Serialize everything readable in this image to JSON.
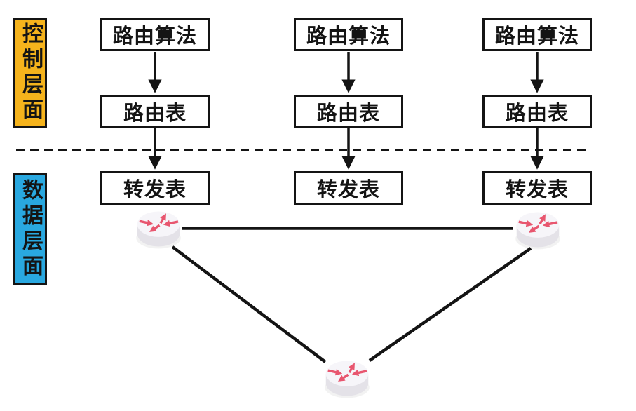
{
  "planes": {
    "control": {
      "label": "控制层面",
      "bg_color": "#F5B31C"
    },
    "data": {
      "label": "数据层面",
      "bg_color": "#29A8E0"
    }
  },
  "columns": [
    {
      "algorithm_label": "路由算法",
      "routing_table_label": "路由表",
      "forwarding_table_label": "转发表"
    },
    {
      "algorithm_label": "路由算法",
      "routing_table_label": "路由表",
      "forwarding_table_label": "转发表"
    },
    {
      "algorithm_label": "路由算法",
      "routing_table_label": "路由表",
      "forwarding_table_label": "转发表"
    }
  ],
  "separator": {
    "style": "dashed",
    "color": "#141414"
  },
  "icons": {
    "router": {
      "name": "router-icon",
      "count": 3,
      "body_color": "#F6F5F9",
      "side_color": "#E4E2E8",
      "arrow_color": "#E8566F"
    }
  },
  "links": {
    "color": "#141414",
    "topology": "triangle"
  }
}
